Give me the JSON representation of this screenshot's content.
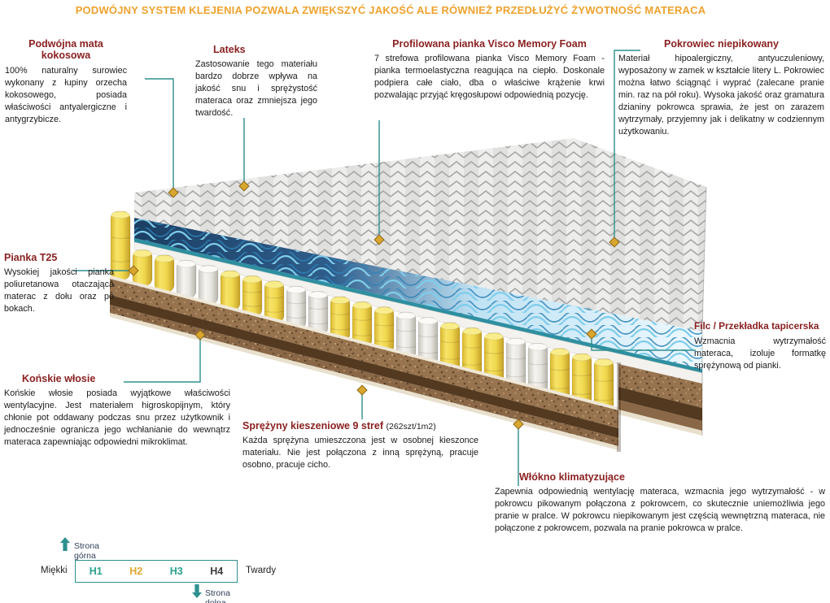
{
  "banner": {
    "text": "PODWÓJNY SYSTEM KLEJENIA POZWALA ZWIĘKSZYĆ JAKOŚĆ ALE RÓWNIEŻ PRZEDŁUŻYĆ ŻYWOTNOŚĆ MATERACA"
  },
  "sections": {
    "mata": {
      "title": "Podwójna mata kokosowa",
      "body": "100% naturalny surowiec wykonany z łupiny orzecha kokosowego, posiada właściwości antyalergiczne i antygrzybicze."
    },
    "lateks": {
      "title": "Lateks",
      "body": "Zastosowanie tego materiału bardzo dobrze wpływa na jakość snu i sprężystość materaca oraz zmniejsza jego twardość."
    },
    "visco": {
      "title": "Profilowana pianka Visco Memory Foam",
      "body": "7 strefowa profilowana pianka Visco Memory Foam - pianka termoelastyczna reagująca na ciepło. Doskonale podpiera całe ciało, dba o właściwe krążenie krwi pozwalając przyjąć kręgosłupowi odpowiednią pozycję."
    },
    "pokrowiec": {
      "title": "Pokrowiec niepikowany",
      "body": "Materiał hipoalergiczny, antyuczuleniowy, wyposażony w zamek w kształcie litery L. Pokrowiec można łatwo ściągnąć i wyprać (zalecane pranie min. raz na pół roku). Wysoka jakość oraz gramatura dzianiny pokrowca sprawia, że jest on zarazem wytrzymały, przyjemny jak i delikatny w codziennym użytkowaniu."
    },
    "pianka": {
      "title": "Pianka T25",
      "body": "Wysokiej jakości pianka poliuretanowa otaczająca materac z dołu oraz po bokach."
    },
    "konskie": {
      "title": "Końskie włosie",
      "body": "Końskie włosie posiada wyjątkowe właściwości wentylacyjne. Jest materiałem higroskopijnym, który chłonie pot oddawany podczas snu przez użytkownik i jednocześnie ogranicza jego wchłanianie do wewnątrz materaca zapewniając odpowiedni mikroklimat."
    },
    "sprezyny": {
      "title": "Sprężyny kieszeniowe 9 stref",
      "title_suffix": "(262szt/1m2)",
      "body": "Każda sprężyna umieszczona jest w osobnej kieszonce materiału. Nie jest połączona z inną sprężyną, pracuje osobno, pracuje cicho."
    },
    "wlokno": {
      "title": "Włókno klimatyzujące",
      "body": "Zapewnia odpowiednią wentylację materaca, wzmacnia jego wytrzymałość - w pokrowcu pikowanym połączona z pokrowcem, co skutecznie uniemożliwia jego pranie w pralce. W pokrowcu niepikowanym jest częścią wewnętrzną materaca, nie połączone z pokrowcem, pozwala na pranie pokrowca w pralce."
    },
    "filc": {
      "title": "Filc / Przekładka tapicerska",
      "body": "Wzmacnia wytrzymałość materaca, izoluje formatkę sprężynową od pianki."
    }
  },
  "hardness": {
    "top_side_label": "Strona górna",
    "bottom_side_label": "Strona dolna",
    "soft_label": "Miękki",
    "hard_label": "Twardy",
    "levels": [
      {
        "label": "H1",
        "color": "#2aa08a"
      },
      {
        "label": "H2",
        "color": "#e2a52f"
      },
      {
        "label": "H3",
        "color": "#2aa08a"
      },
      {
        "label": "H4",
        "color": "#3c3c3c"
      }
    ]
  },
  "colors": {
    "banner": "#efa22e",
    "heading": "#8b2121",
    "body_text": "#1a1a1a",
    "connector": "#2e8f8f",
    "diamond": "#d9a62e",
    "spring_yellow": "#edd04a",
    "spring_white": "#eceae4",
    "teal_layer": "#2e8fa0",
    "wave_blue_dark": "#1b3e63",
    "wave_blue_light": "#7ecdec",
    "brown_speckle": "#97744f",
    "brown_dark": "#53391f",
    "zigzag_gray": "#a6a6a4"
  }
}
